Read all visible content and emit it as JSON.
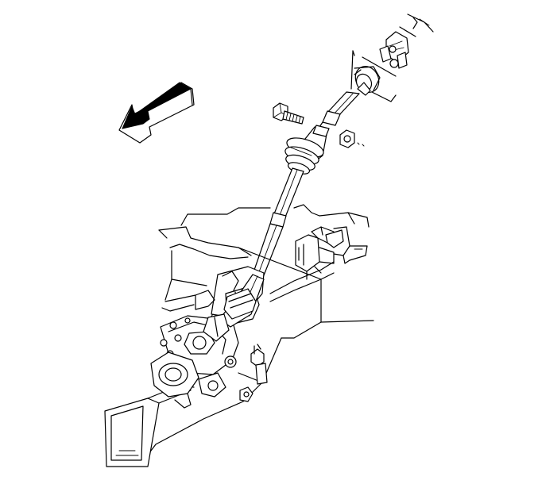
{
  "figure": {
    "type": "technical-line-illustration",
    "subject": "steering-column-to-steering-gear-intermediate-shaft",
    "background": "#ffffff",
    "ink": "#000000"
  },
  "indicators": {
    "direction_arrow": {
      "icon": "front-of-vehicle-arrow-icon",
      "points": "front-left"
    }
  },
  "components": [
    {
      "name": "upper-universal-joint",
      "icon": "u-joint-icon"
    },
    {
      "name": "intermediate-shaft",
      "icon": "shaft-icon"
    },
    {
      "name": "pinch-bolt",
      "icon": "bolt-icon"
    },
    {
      "name": "nut",
      "icon": "nut-icon"
    },
    {
      "name": "boot-seal",
      "icon": "bellows-icon"
    },
    {
      "name": "lower-shaft-tube",
      "icon": "tube-icon"
    },
    {
      "name": "steering-gear",
      "icon": "gear-box-icon"
    },
    {
      "name": "frame-rail",
      "icon": "frame-rail-icon"
    },
    {
      "name": "mounting-bracket",
      "icon": "bracket-icon"
    }
  ]
}
